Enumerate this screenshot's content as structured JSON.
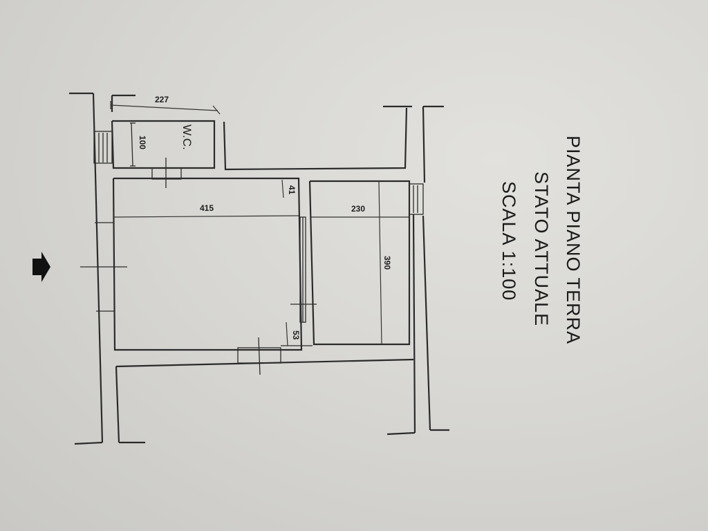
{
  "title": {
    "line1": "PIANTA PIANO TERRA",
    "line2": "STATO ATTUALE",
    "line3": "SCALA 1:100"
  },
  "labels": {
    "wc": "W.C.",
    "wc_width": "227",
    "wc_depth": "100",
    "room_width": "415",
    "small_dim_top": "41",
    "small_dim_bottom": "53",
    "room2_width": "230",
    "room2_length": "390"
  },
  "entrance_icon": "arrow-right-icon"
}
